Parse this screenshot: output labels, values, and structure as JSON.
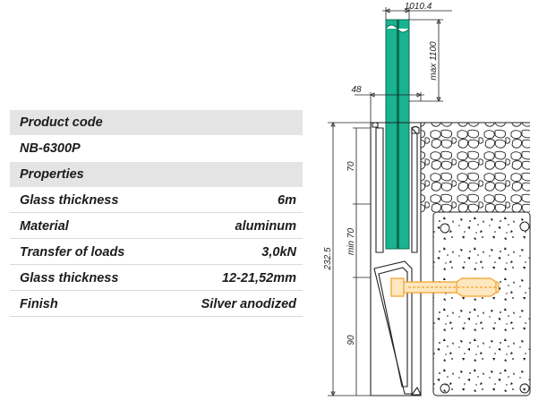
{
  "spec_table": {
    "rows": [
      {
        "label": "Product code",
        "value": ""
      },
      {
        "label": "NB-6300P",
        "value": ""
      },
      {
        "label": "Properties",
        "value": ""
      },
      {
        "label": "Glass thickness",
        "value": "6m"
      },
      {
        "label": "Material",
        "value": "aluminum"
      },
      {
        "label": "Transfer of loads",
        "value": "3,0kN"
      },
      {
        "label": "Glass thickness",
        "value": "12-21,52mm"
      },
      {
        "label": "Finish",
        "value": "Silver anodized"
      }
    ]
  },
  "drawing": {
    "dimensions": {
      "top_width": "1010.4",
      "height_max": "max 1100",
      "profile_width": "48",
      "total_height": "232.5",
      "upper_section": "70",
      "middle_section": "min 70",
      "lower_section": "90"
    },
    "colors": {
      "glass": "#19b38f",
      "glass_dark": "#0b6e55",
      "anchor": "#f2a12a",
      "line": "#222222"
    }
  }
}
